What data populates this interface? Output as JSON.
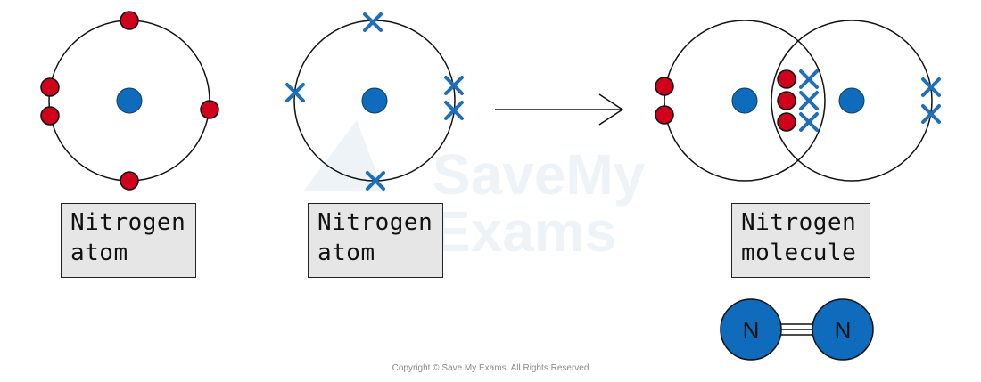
{
  "labels": {
    "atom_left": [
      "Nitrogen",
      "atom"
    ],
    "atom_middle": [
      "Nitrogen",
      "atom"
    ],
    "molecule": [
      "Nitrogen",
      "molecule"
    ]
  },
  "structural_formula": {
    "left_symbol": "N",
    "right_symbol": "N",
    "bond": "triple"
  },
  "watermark": "SaveMy Exams",
  "copyright": "Copyright © Save My Exams. All Rights Reserved",
  "colors": {
    "electron_dot": "#d0021b",
    "electron_cross": "#1f6fb8",
    "nucleus": "#0f6cbd",
    "label_fill": "#e6e6e6",
    "watermark": "#eef3f8"
  }
}
